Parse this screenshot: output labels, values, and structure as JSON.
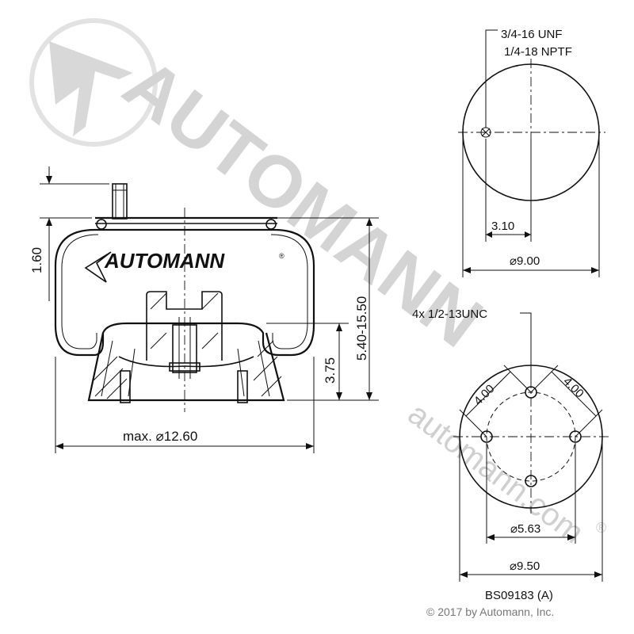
{
  "watermark": {
    "brand": "AUTOMANN",
    "url": "automann.com",
    "registered": "®"
  },
  "side_view": {
    "logo_text": "AUTOMANN",
    "logo_suffix": "®",
    "dim_stud": "1.60",
    "dim_height": "5.40-15.50",
    "dim_base": "3.75",
    "dim_diameter": "max. ⌀12.60"
  },
  "top_view": {
    "thread_line1": "3/4-16 UNF",
    "thread_line2": "1/4-18 NPTF",
    "dim_offset": "3.10",
    "dim_diameter": "⌀9.00"
  },
  "bottom_view": {
    "holes_note": "4x 1/2-13UNC",
    "dim_left": "4.00",
    "dim_right": "4.00",
    "dim_bolt_circle": "⌀5.63",
    "dim_diameter": "⌀9.50"
  },
  "footer": {
    "part_number": "BS09183 (A)",
    "copyright": "© 2017 by Automann, Inc."
  }
}
